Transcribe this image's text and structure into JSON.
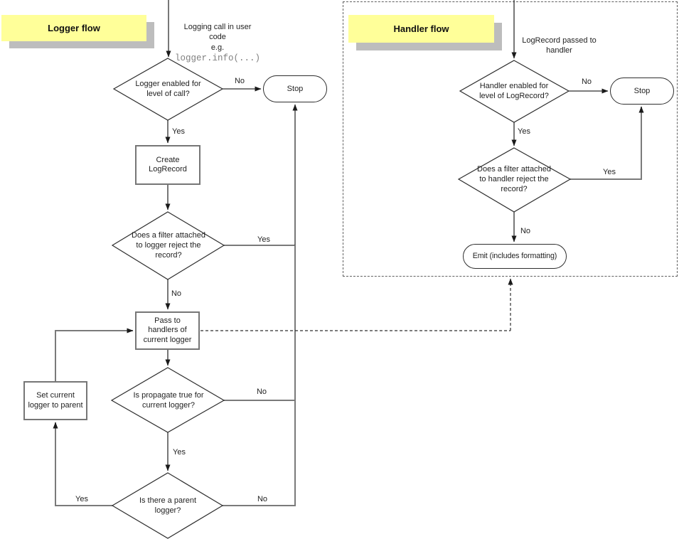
{
  "logger_flow": {
    "title": "Logger flow",
    "entry_text": "Logging call in user\ncode\ne.g.",
    "entry_code": "logger.info(...)",
    "nodes": {
      "level_check": "Logger enabled for\nlevel of call?",
      "stop": "Stop",
      "create_logrecord": "Create\nLogRecord",
      "filter_check": "Does a filter attached\nto logger reject the\nrecord?",
      "pass_to_handlers": "Pass to\nhandlers of\ncurrent logger",
      "propagate_check": "Is propagate true for\ncurrent logger?",
      "parent_check": "Is there a parent\nlogger?",
      "set_current_logger": "Set current\nlogger to parent"
    },
    "edge_labels": {
      "yes": "Yes",
      "no": "No"
    }
  },
  "handler_flow": {
    "title": "Handler flow",
    "entry_text": "LogRecord passed to\nhandler",
    "nodes": {
      "level_check": "Handler enabled for\nlevel of LogRecord?",
      "stop": "Stop",
      "filter_check": "Does a filter attached\nto handler reject the\nrecord?",
      "emit": "Emit (includes formatting)"
    },
    "edge_labels": {
      "yes": "Yes",
      "no": "No"
    }
  },
  "colors": {
    "title_background": "#ffff99",
    "title_shadow": "#bdbdbd",
    "process_box_border": "#767676",
    "connector_gray": "#7a7a7a",
    "connector_black": "#2e2e2e",
    "code_text": "#808080"
  }
}
